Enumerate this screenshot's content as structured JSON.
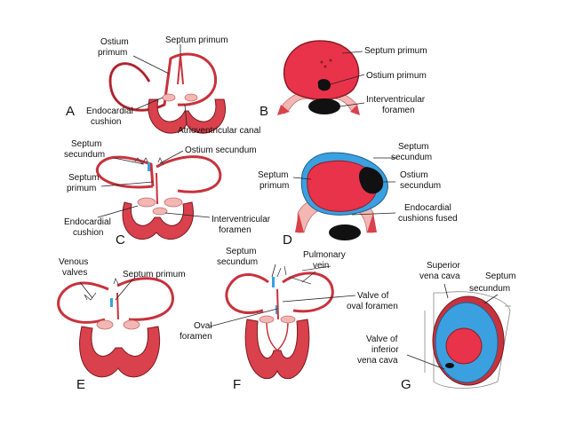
{
  "colors": {
    "muscle": "#d9414c",
    "atrium": "#e8334a",
    "cushion": "#f3b7b3",
    "venous": "#3aa0e0",
    "dark": "#1a1a1a"
  },
  "panels": {
    "A": {
      "letter": "A",
      "labels": [
        "Ostium",
        "primum",
        "Septum primum",
        "Endocardial",
        "cushion",
        "Atrioventricular canal"
      ]
    },
    "B": {
      "letter": "B",
      "labels": [
        "Septum primum",
        "Ostium primum",
        "Interventricular",
        "foramen"
      ]
    },
    "C": {
      "letter": "C",
      "labels": [
        "Septum",
        "secundum",
        "Ostium secundum",
        "Septum",
        "primum",
        "Endocardial",
        "cushion",
        "Interventricular",
        "foramen"
      ]
    },
    "D": {
      "letter": "D",
      "labels": [
        "Septum",
        "secundum",
        "Septum",
        "primum",
        "Ostium",
        "secundum",
        "Endocardial",
        "cushions fused"
      ]
    },
    "E": {
      "letter": "E",
      "labels": [
        "Venous",
        "valves",
        "Septum primum"
      ]
    },
    "F": {
      "letter": "F",
      "labels": [
        "Septum",
        "secundum",
        "Pulmonary",
        "vein",
        "Valve of",
        "oval foramen",
        "Oval",
        "foramen"
      ]
    },
    "G": {
      "letter": "G",
      "labels": [
        "Superior",
        "vena cava",
        "Septum",
        "secundum",
        "Valve of",
        "inferior",
        "vena cava"
      ]
    }
  }
}
